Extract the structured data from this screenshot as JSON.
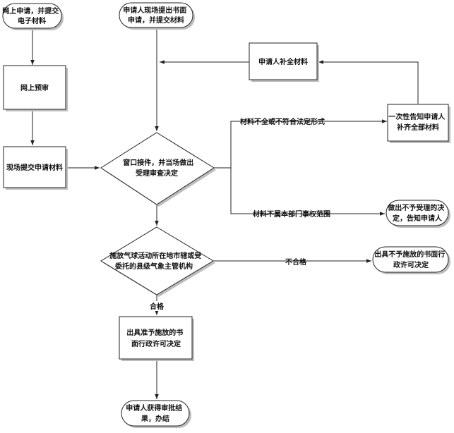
{
  "nodes": {
    "online_apply": [
      "网上申请，并提交",
      "电子材料"
    ],
    "onsite_apply": [
      "申请人现场提出书面",
      "申请，并提交材料"
    ],
    "online_precheck": [
      "网上预审"
    ],
    "onsite_submit": [
      "现场提交申请材料"
    ],
    "window_accept": [
      "窗口接件，并当场做出",
      "受理审查决定"
    ],
    "supplement": [
      "申请人补全材料"
    ],
    "notify_once": [
      "一次性告知申请人",
      "补齐全部材料"
    ],
    "not_accept": [
      "做出不予受理的决",
      "定，告知申请人"
    ],
    "review": [
      "施放气球活动所在地市辖或受",
      "委托的县级气象主管机构"
    ],
    "deny_decision": [
      "出具不予施放的书面行",
      "政许可决定"
    ],
    "approve_decision": [
      "出具准予施放的书",
      "面行政许可决定"
    ],
    "finish": [
      "申请人获得审批结",
      "果，办结"
    ]
  },
  "edge_labels": {
    "incomplete": "材料不全或不符合法定形式",
    "out_of_scope": "材料不属本部门事权范围",
    "fail": "不合格",
    "pass": "合格"
  }
}
